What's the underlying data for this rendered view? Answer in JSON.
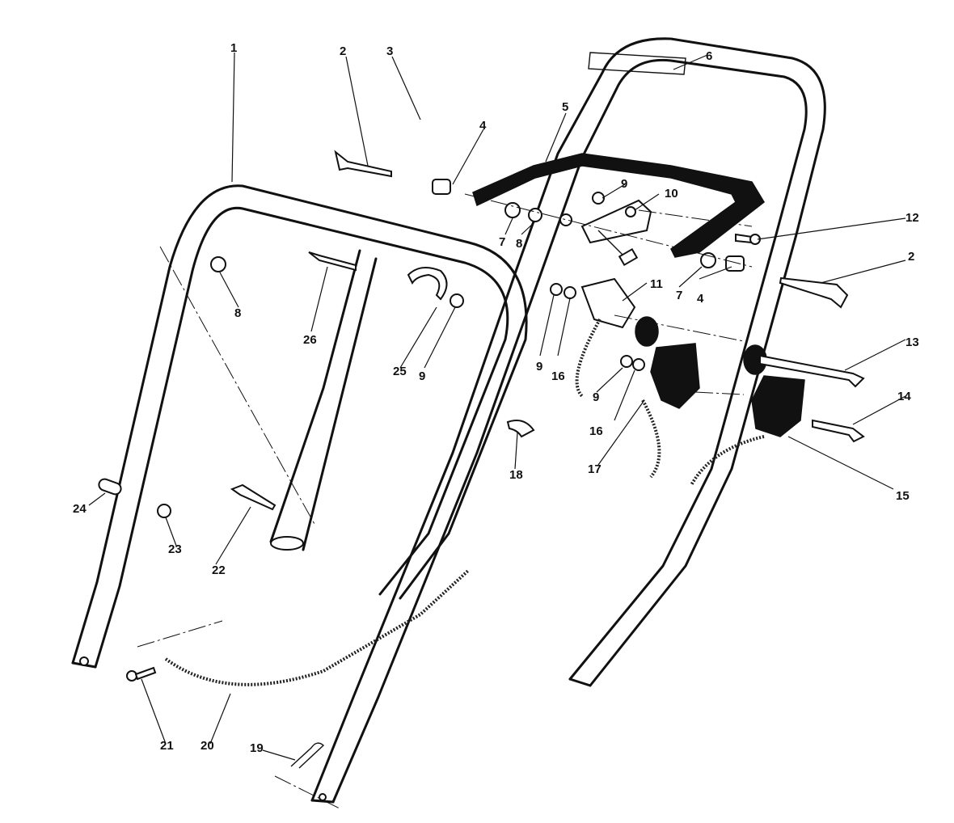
{
  "diagram": {
    "callouts": [
      {
        "id": "c1",
        "label": "1"
      },
      {
        "id": "c2a",
        "label": "2"
      },
      {
        "id": "c2b",
        "label": "2"
      },
      {
        "id": "c3",
        "label": "3"
      },
      {
        "id": "c4a",
        "label": "4"
      },
      {
        "id": "c4b",
        "label": "4"
      },
      {
        "id": "c5",
        "label": "5"
      },
      {
        "id": "c6",
        "label": "6"
      },
      {
        "id": "c7a",
        "label": "7"
      },
      {
        "id": "c7b",
        "label": "7"
      },
      {
        "id": "c8a",
        "label": "8"
      },
      {
        "id": "c8b",
        "label": "8"
      },
      {
        "id": "c9a",
        "label": "9"
      },
      {
        "id": "c9b",
        "label": "9"
      },
      {
        "id": "c9c",
        "label": "9"
      },
      {
        "id": "c9d",
        "label": "9"
      },
      {
        "id": "c10",
        "label": "10"
      },
      {
        "id": "c11",
        "label": "11"
      },
      {
        "id": "c12",
        "label": "12"
      },
      {
        "id": "c13",
        "label": "13"
      },
      {
        "id": "c14",
        "label": "14"
      },
      {
        "id": "c15",
        "label": "15"
      },
      {
        "id": "c16a",
        "label": "16"
      },
      {
        "id": "c16b",
        "label": "16"
      },
      {
        "id": "c17",
        "label": "17"
      },
      {
        "id": "c18",
        "label": "18"
      },
      {
        "id": "c19",
        "label": "19"
      },
      {
        "id": "c20",
        "label": "20"
      },
      {
        "id": "c21",
        "label": "21"
      },
      {
        "id": "c22",
        "label": "22"
      },
      {
        "id": "c23",
        "label": "23"
      },
      {
        "id": "c24",
        "label": "24"
      },
      {
        "id": "c25",
        "label": "25"
      },
      {
        "id": "c26",
        "label": "26"
      }
    ]
  }
}
